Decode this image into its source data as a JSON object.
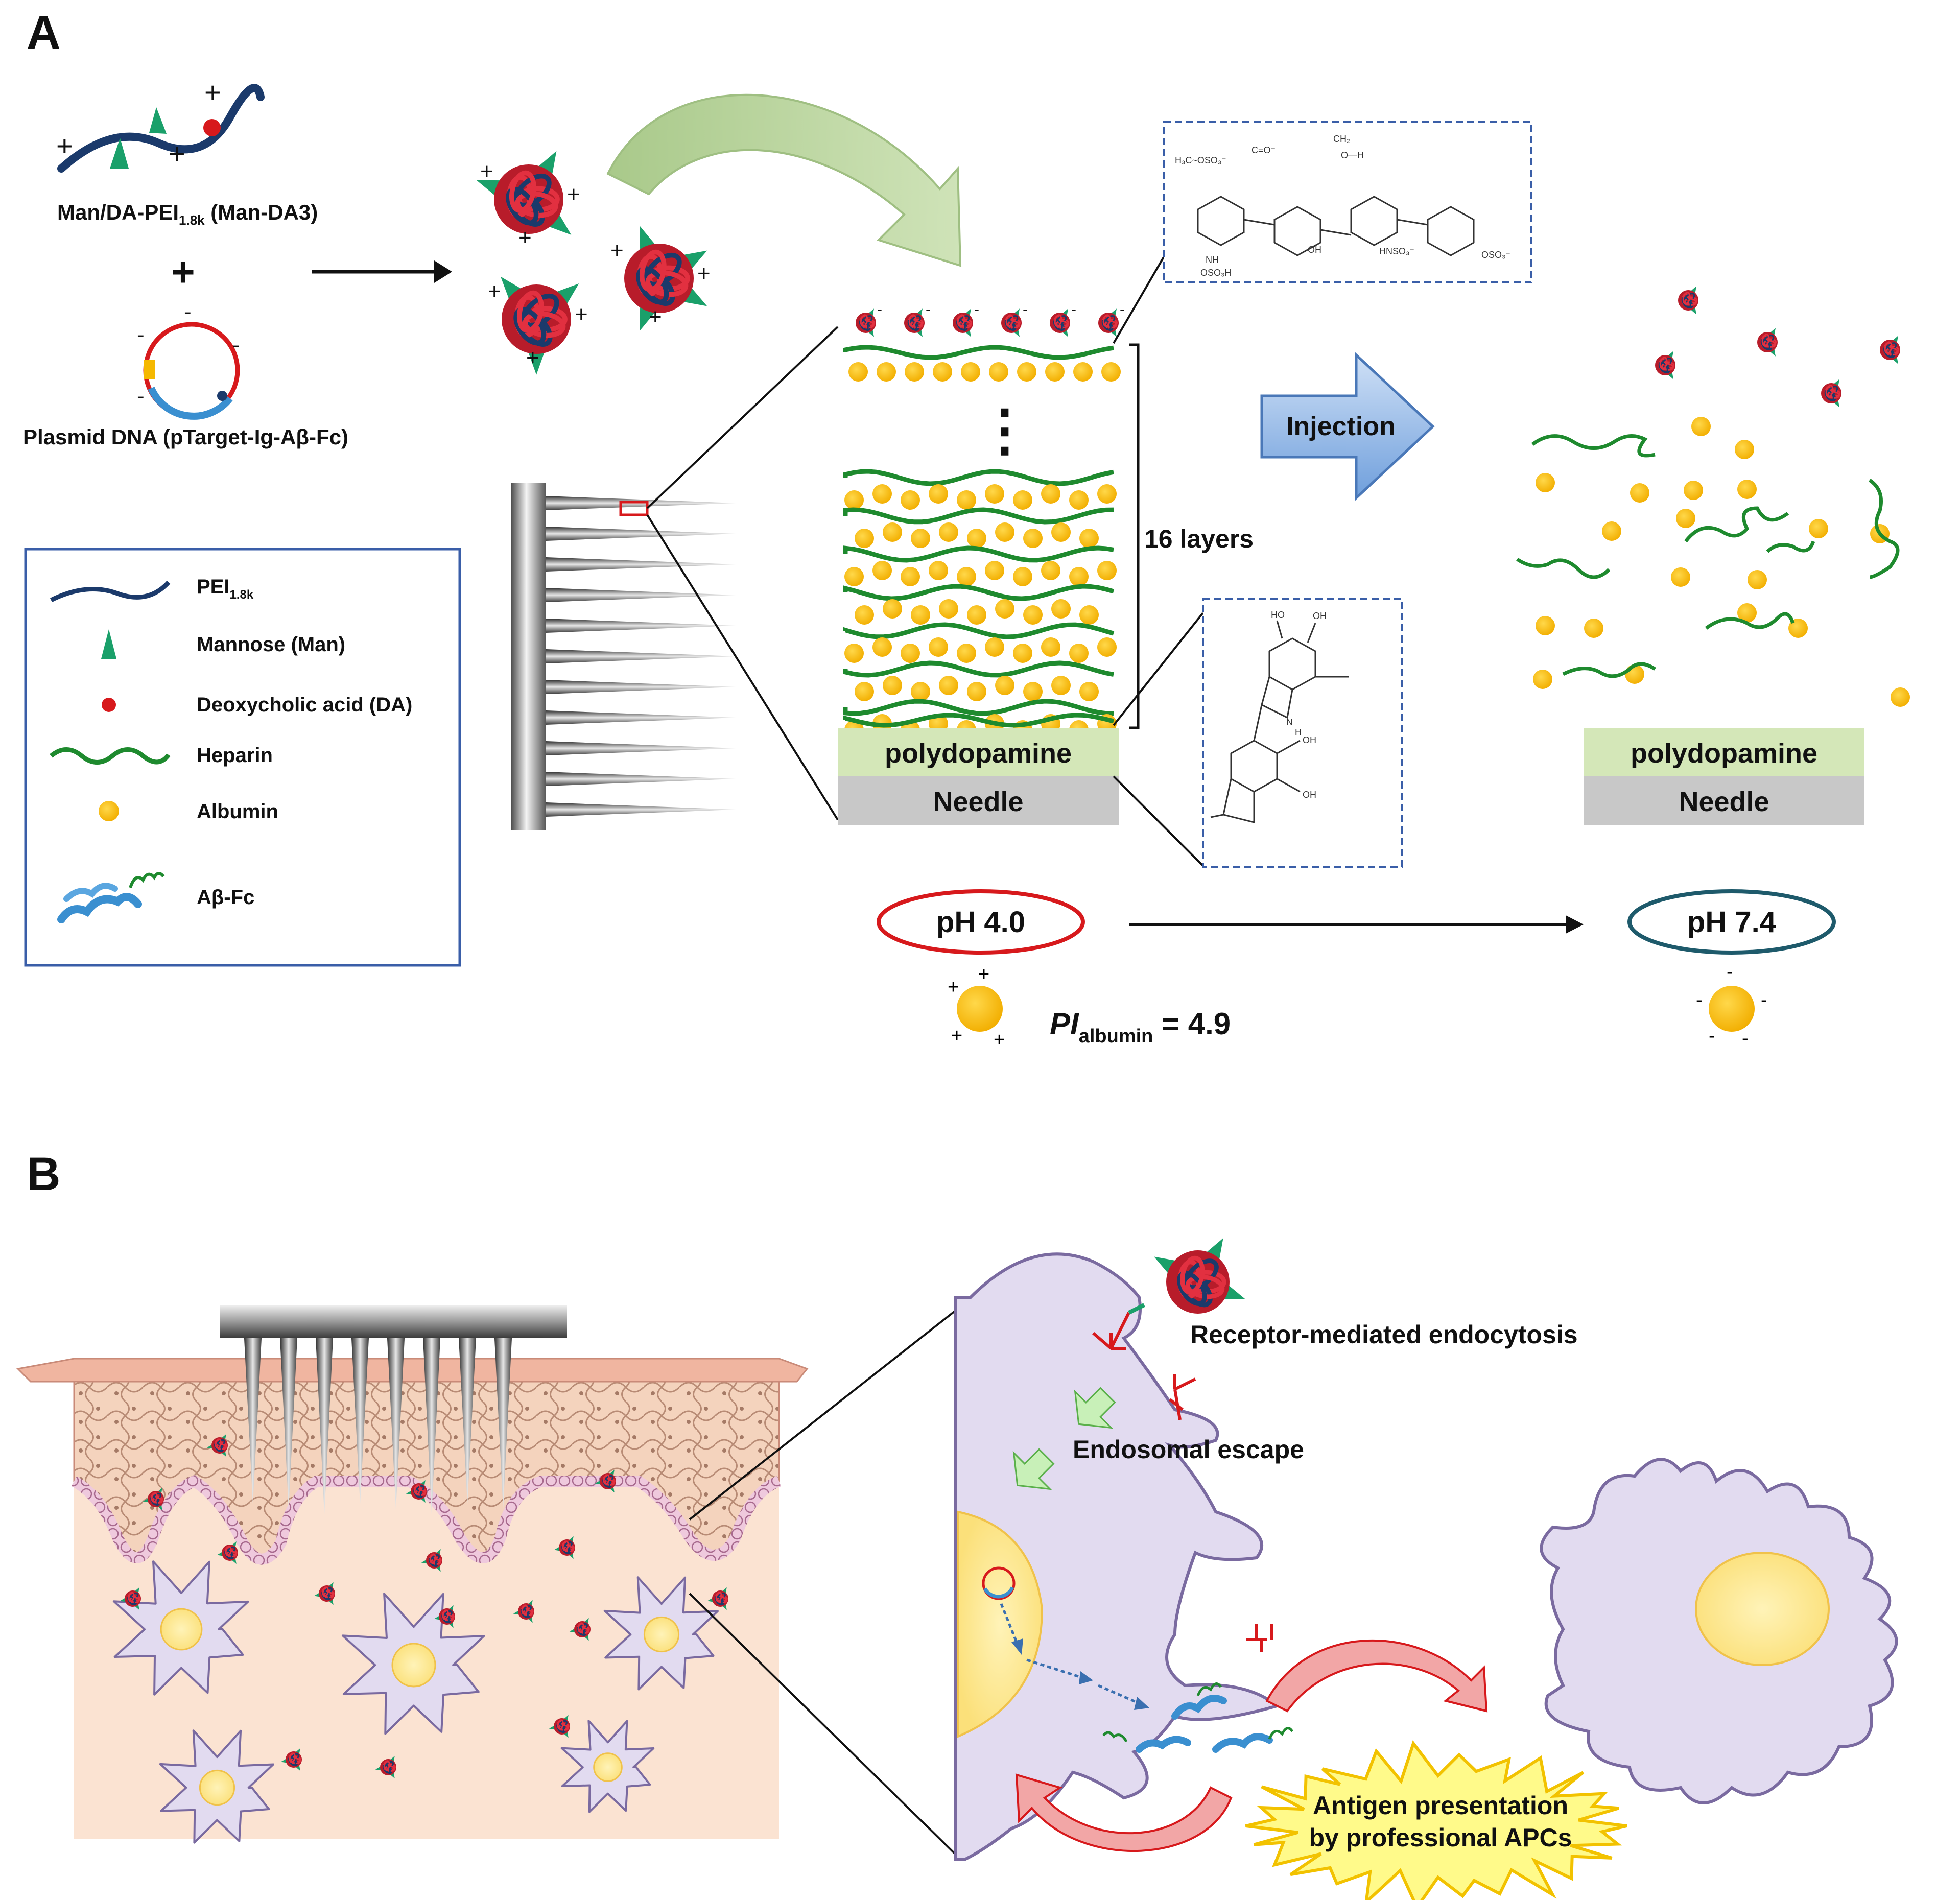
{
  "panel_a": {
    "label": "A",
    "polymer": {
      "name": "Man/DA-PEI",
      "sub": "1.8k",
      "suffix": " (Man-DA3)"
    },
    "plus_sign": "+",
    "plasmid": "Plasmid DNA (pTarget-Ig-Aβ-Fc)",
    "charge_plus": "+",
    "charge_minus": "-",
    "ellipsis": "⋮",
    "layers_label": "16 layers",
    "polydopamine": "polydopamine",
    "needle": "Needle",
    "injection": "Injection",
    "ph_low": "pH 4.0",
    "ph_high": "pH 7.4",
    "pi_label": {
      "main": "PI",
      "sub": "albumin",
      "rest": " = 4.9"
    },
    "heparin_structure": {
      "groups": [
        "H₃C~OSO₃⁻",
        "C=O⁻",
        "CH₂",
        "O—H",
        "NH",
        "OSO₃H",
        "OH",
        "HNSO₃⁻",
        "OSO₃⁻"
      ]
    },
    "pda_structure": {
      "groups": [
        "HO",
        "OH",
        "N",
        "H",
        "OH",
        "OH"
      ]
    }
  },
  "legend": {
    "items": [
      {
        "key": "pei",
        "label": "PEI",
        "sub": "1.8k"
      },
      {
        "key": "man",
        "label": "Mannose (Man)"
      },
      {
        "key": "da",
        "label": "Deoxycholic acid (DA)"
      },
      {
        "key": "hep",
        "label": "Heparin"
      },
      {
        "key": "alb",
        "label": "Albumin"
      },
      {
        "key": "abfc",
        "label": "Aβ-Fc"
      }
    ]
  },
  "panel_b": {
    "label": "B",
    "endocytosis": "Receptor-mediated  endocytosis",
    "escape": "Endosomal  escape",
    "antigen": [
      "Antigen presentation",
      "by professional APCs"
    ]
  },
  "colors": {
    "pei": "#1b3a6b",
    "mannose": "#1aa06a",
    "da": "#d7191c",
    "heparin": "#1e8a2e",
    "albumin": "#f5b800",
    "abfc": "#3a8fd0",
    "polydopamine": "#d4e7b8",
    "needle": "#c8c8c8",
    "ph_low": "#d7191c",
    "ph_high": "#1e5a6b",
    "cell": "#e2dbf0",
    "cell_outline": "#7a6aa0",
    "skin": "#fbe3d2",
    "injection_arrow": "#8ab4e8"
  }
}
